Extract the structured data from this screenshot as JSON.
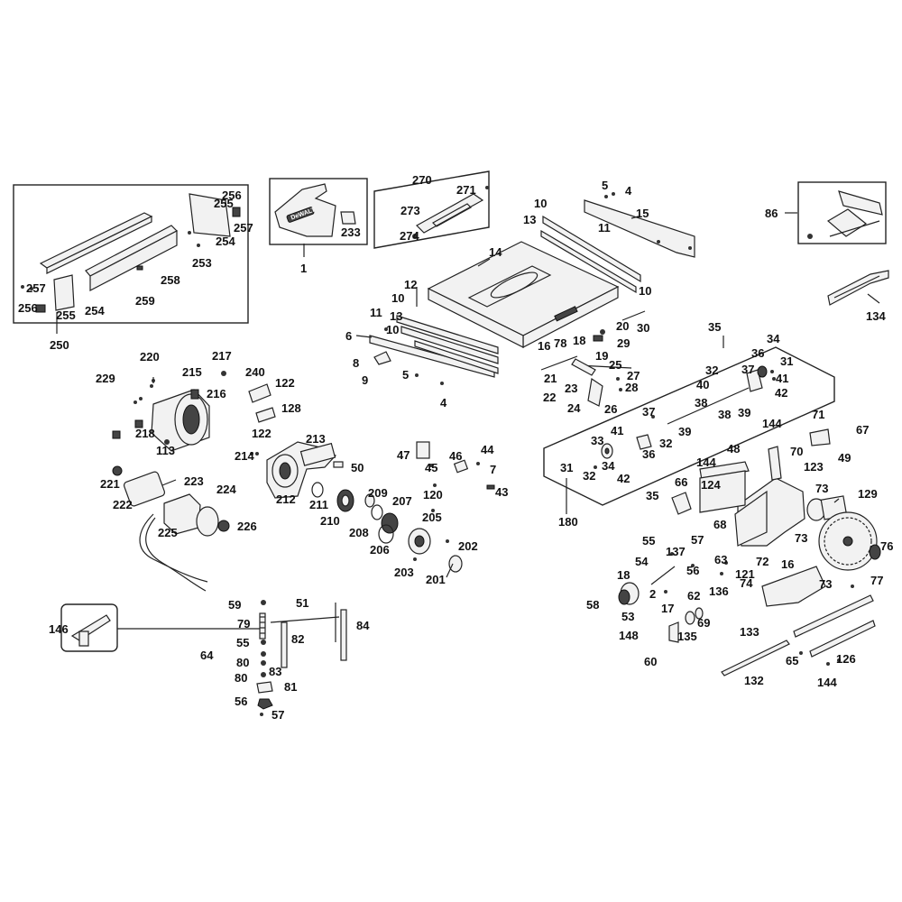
{
  "labels": {
    "l1": "1",
    "l2": "2",
    "l4a": "4",
    "l4b": "4",
    "l5a": "5",
    "l5b": "5",
    "l6": "6",
    "l7": "7",
    "l8": "8",
    "l9": "9",
    "l10a": "10",
    "l10b": "10",
    "l10c": "10",
    "l10d": "10",
    "l11a": "11",
    "l11b": "11",
    "l12": "12",
    "l13a": "13",
    "l13b": "13",
    "l14": "14",
    "l15": "15",
    "l16a": "16",
    "l16b": "16",
    "l17": "17",
    "l18a": "18",
    "l18b": "18",
    "l19": "19",
    "l20": "20",
    "l21": "21",
    "l22": "22",
    "l23": "23",
    "l24": "24",
    "l25": "25",
    "l26": "26",
    "l27": "27",
    "l28": "28",
    "l29": "29",
    "l30": "30",
    "l31a": "31",
    "l31b": "31",
    "l32a": "32",
    "l32b": "32",
    "l32c": "32",
    "l33": "33",
    "l34a": "34",
    "l34b": "34",
    "l35a": "35",
    "l35b": "35",
    "l36a": "36",
    "l36b": "36",
    "l37a": "37",
    "l37b": "37",
    "l38a": "38",
    "l38b": "38",
    "l39a": "39",
    "l39b": "39",
    "l40": "40",
    "l41a": "41",
    "l41b": "41",
    "l42a": "42",
    "l42b": "42",
    "l43": "43",
    "l44": "44",
    "l45": "45",
    "l46": "46",
    "l47": "47",
    "l48": "48",
    "l49": "49",
    "l50": "50",
    "l51": "51",
    "l53": "53",
    "l54": "54",
    "l55a": "55",
    "l55b": "55",
    "l56a": "56",
    "l56b": "56",
    "l57a": "57",
    "l57b": "57",
    "l58": "58",
    "l59": "59",
    "l60": "60",
    "l62": "62",
    "l63": "63",
    "l64": "64",
    "l65": "65",
    "l66": "66",
    "l67": "67",
    "l68": "68",
    "l69": "69",
    "l70": "70",
    "l71": "71",
    "l72": "72",
    "l73a": "73",
    "l73b": "73",
    "l73c": "73",
    "l74": "74",
    "l76": "76",
    "l77": "77",
    "l78": "78",
    "l79": "79",
    "l80a": "80",
    "l80b": "80",
    "l81": "81",
    "l82": "82",
    "l83": "83",
    "l84": "84",
    "l86": "86",
    "l113": "113",
    "l120": "120",
    "l121": "121",
    "l122a": "122",
    "l122b": "122",
    "l123": "123",
    "l124": "124",
    "l126": "126",
    "l128": "128",
    "l129": "129",
    "l132": "132",
    "l133": "133",
    "l134": "134",
    "l135": "135",
    "l136": "136",
    "l137": "137",
    "l144a": "144",
    "l144b": "144",
    "l144c": "144",
    "l146": "146",
    "l148": "148",
    "l180": "180",
    "l201": "201",
    "l202": "202",
    "l203": "203",
    "l205": "205",
    "l206": "206",
    "l207": "207",
    "l208": "208",
    "l209": "209",
    "l210": "210",
    "l211": "211",
    "l212": "212",
    "l213": "213",
    "l214": "214",
    "l215": "215",
    "l216": "216",
    "l217": "217",
    "l218": "218",
    "l220": "220",
    "l221": "221",
    "l222": "222",
    "l223": "223",
    "l224": "224",
    "l225": "225",
    "l226": "226",
    "l229": "229",
    "l233": "233",
    "l240": "240",
    "l250": "250",
    "l253": "253",
    "l254a": "254",
    "l254b": "254",
    "l255a": "255",
    "l255b": "255",
    "l256a": "256",
    "l256b": "256",
    "l257a": "257",
    "l257b": "257",
    "l258": "258",
    "l259": "259",
    "l270": "270",
    "l271": "271",
    "l273": "273",
    "l274": "274"
  },
  "logo_text": "DeWALT"
}
